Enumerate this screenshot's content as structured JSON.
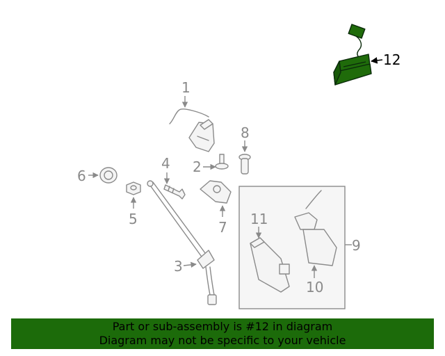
{
  "colors": {
    "highlight": "#1f6b0a",
    "banner": "#1c6b0a",
    "part_stroke": "#8a8a8a"
  },
  "callouts": {
    "c1": "1",
    "c2": "2",
    "c3": "3",
    "c4": "4",
    "c5": "5",
    "c6": "6",
    "c7": "7",
    "c8": "8",
    "c9": "9",
    "c10": "10",
    "c11": "11",
    "c12": "12"
  },
  "highlighted_part": "12",
  "banner": {
    "line1": "Part or sub-assembly is #12 in diagram",
    "line2": "Diagram may not be specific to your vehicle"
  }
}
